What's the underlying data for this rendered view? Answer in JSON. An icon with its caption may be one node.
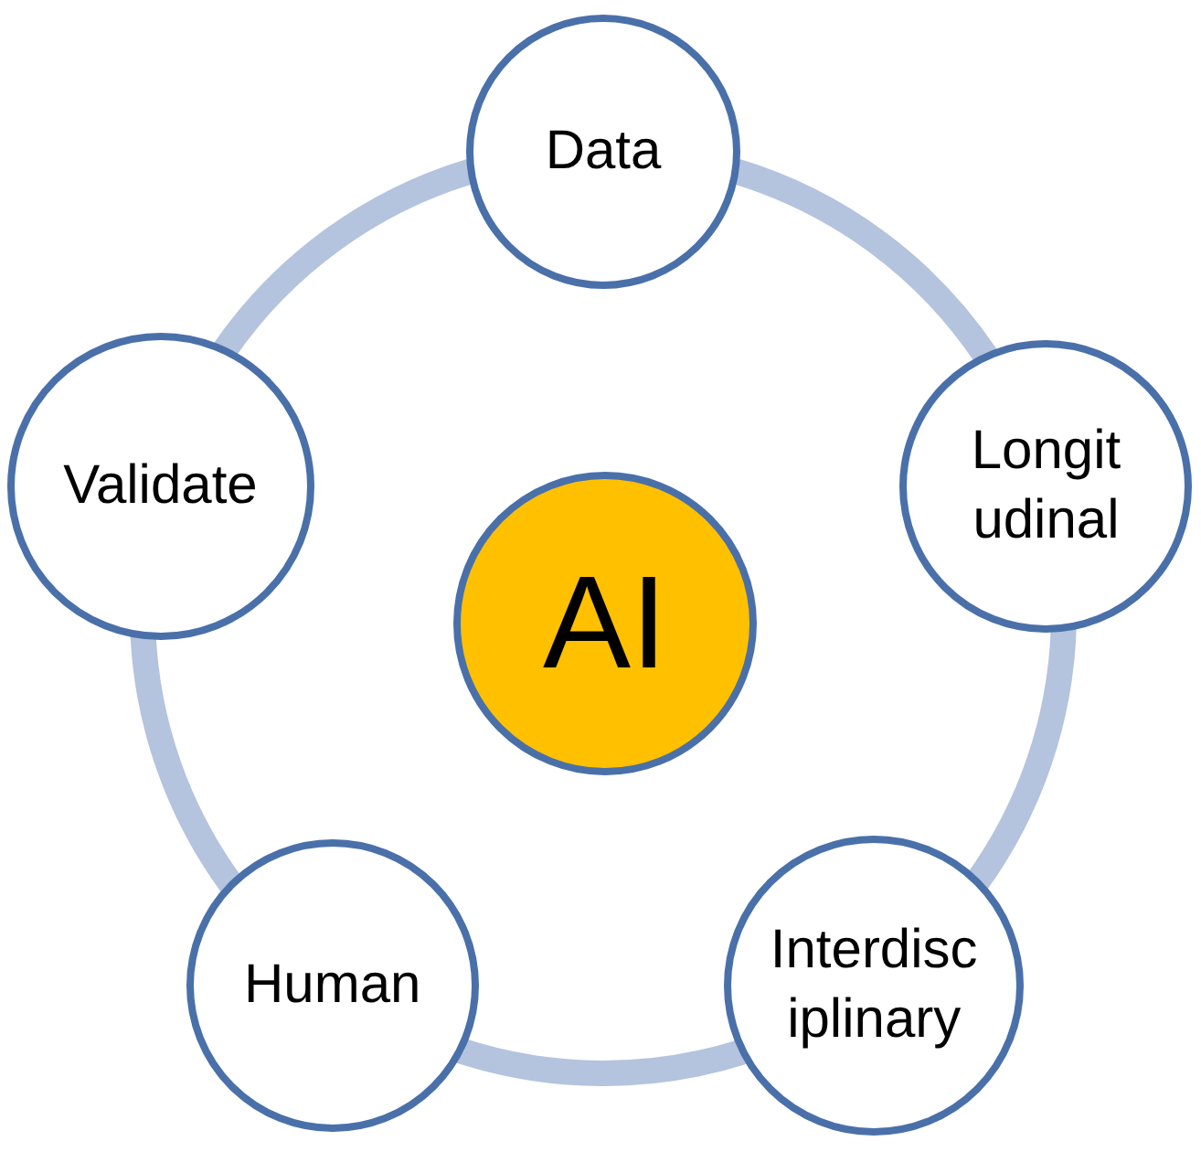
{
  "diagram": {
    "nodes": [
      {
        "text": [
          "Data"
        ]
      },
      {
        "text": [
          "Validate"
        ]
      },
      {
        "text": [
          "Longit udinal"
        ]
      },
      {
        "text": [
          "AI"
        ]
      },
      {
        "text": [
          "Human"
        ]
      },
      {
        "text": [
          "Interdisc iplinary"
        ]
      }
    ],
    "edges": [
      {
        "from": 0,
        "to": 2,
        "arrow": "none"
      },
      {
        "from": 2,
        "to": 5,
        "arrow": "none"
      },
      {
        "from": 5,
        "to": 4,
        "arrow": "none"
      },
      {
        "from": 4,
        "to": 1,
        "arrow": "none"
      },
      {
        "from": 1,
        "to": 0,
        "arrow": "none"
      }
    ]
  }
}
